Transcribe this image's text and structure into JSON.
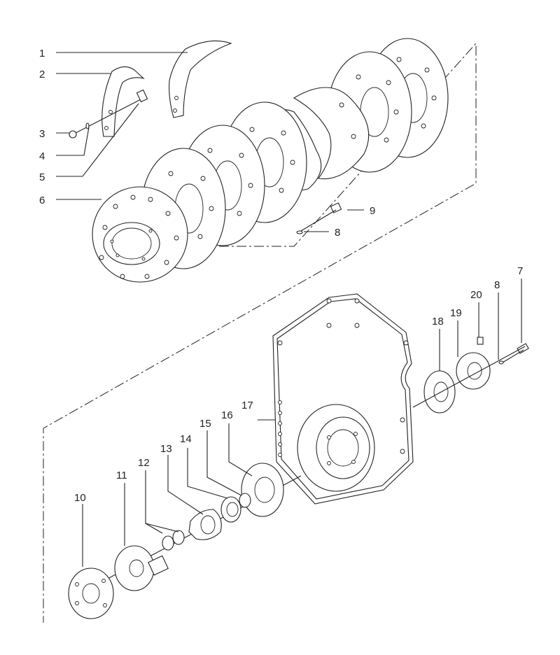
{
  "callouts": [
    {
      "id": "c1",
      "text": "1"
    },
    {
      "id": "c2",
      "text": "2"
    },
    {
      "id": "c3",
      "text": "3"
    },
    {
      "id": "c4",
      "text": "4"
    },
    {
      "id": "c5",
      "text": "5"
    },
    {
      "id": "c6",
      "text": "6"
    },
    {
      "id": "c9",
      "text": "9"
    },
    {
      "id": "c8a",
      "text": "8"
    },
    {
      "id": "c7",
      "text": "7"
    },
    {
      "id": "c8b",
      "text": "8"
    },
    {
      "id": "c20",
      "text": "20"
    },
    {
      "id": "c19",
      "text": "19"
    },
    {
      "id": "c18",
      "text": "18"
    },
    {
      "id": "c17",
      "text": "17"
    },
    {
      "id": "c16",
      "text": "16"
    },
    {
      "id": "c15",
      "text": "15"
    },
    {
      "id": "c14",
      "text": "14"
    },
    {
      "id": "c13",
      "text": "13"
    },
    {
      "id": "c12",
      "text": "12"
    },
    {
      "id": "c11",
      "text": "11"
    },
    {
      "id": "c10",
      "text": "10"
    }
  ]
}
